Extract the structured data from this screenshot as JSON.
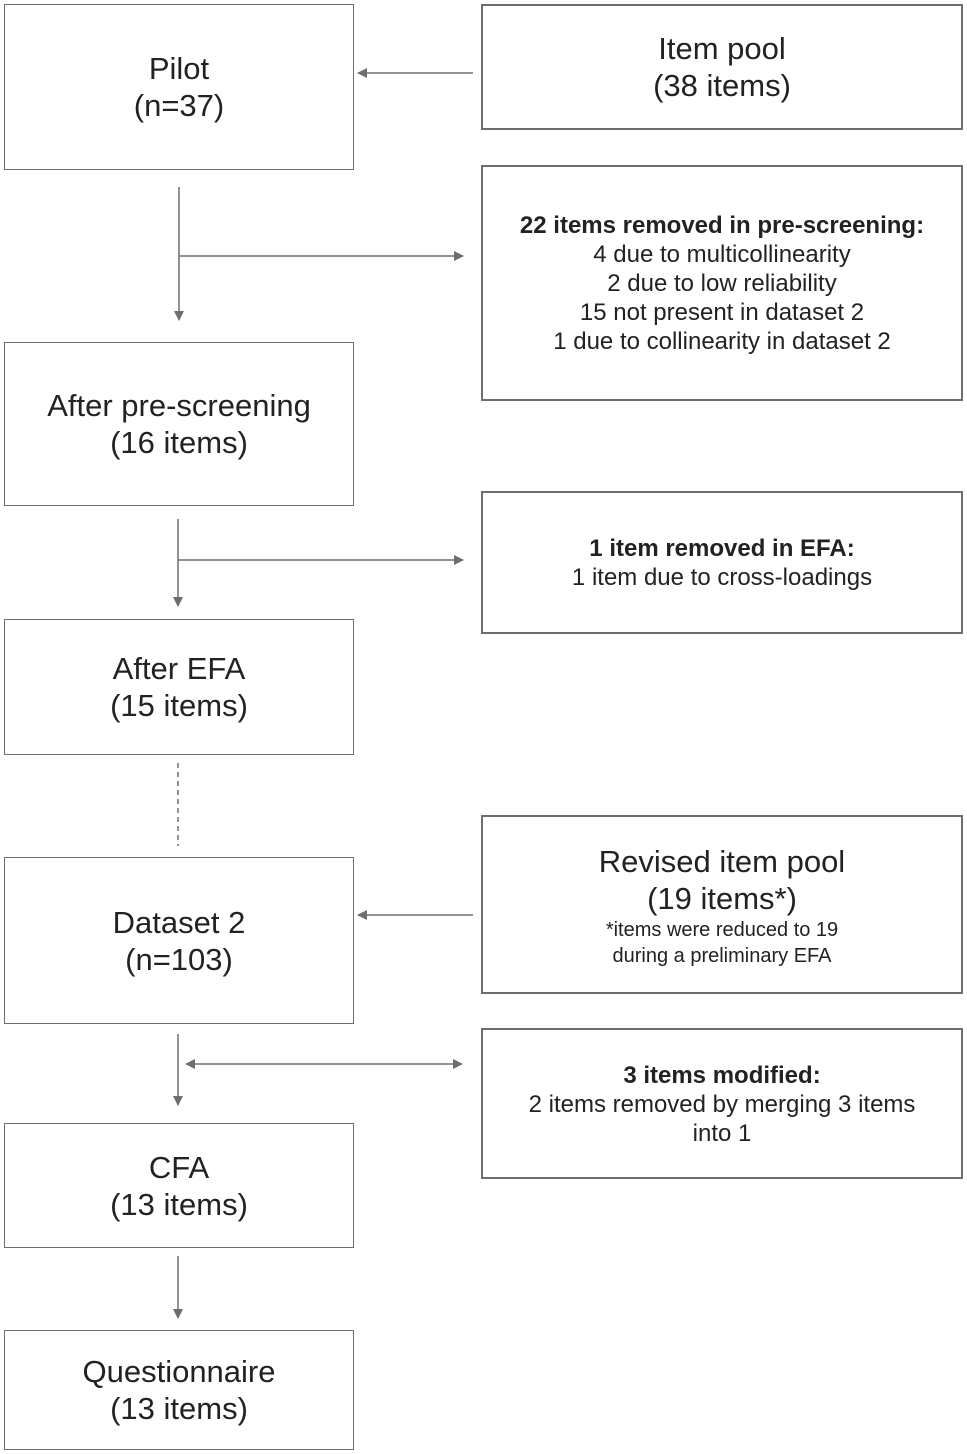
{
  "colors": {
    "border": "#6e6e6e",
    "arrow": "#6e6e6e",
    "text": "#222222"
  },
  "stages": {
    "pilot": {
      "title": "Pilot",
      "detail": "(n=37)"
    },
    "after_prescreening": {
      "title": "After pre-screening",
      "detail": "(16 items)"
    },
    "after_efa": {
      "title": "After EFA",
      "detail": "(15 items)"
    },
    "dataset2": {
      "title": "Dataset 2",
      "detail": "(n=103)"
    },
    "cfa": {
      "title": "CFA",
      "detail": "(13 items)"
    },
    "questionnaire": {
      "title": "Questionnaire",
      "detail": "(13 items)"
    }
  },
  "side": {
    "item_pool": {
      "title": "Item pool",
      "detail": "(38 items)"
    },
    "prescreening_removed": {
      "title": "22 items removed in pre-screening:",
      "lines": [
        "4 due to multicollinearity",
        "2 due to low reliability",
        "15 not present in dataset 2",
        "1 due to collinearity in dataset 2"
      ]
    },
    "efa_removed": {
      "title": "1 item removed in EFA:",
      "lines": [
        "1 item due to cross-loadings"
      ]
    },
    "revised_pool": {
      "title": "Revised item pool",
      "detail": "(19 items*)",
      "note_lines": [
        "*items were reduced to 19",
        "during a preliminary EFA"
      ]
    },
    "modified": {
      "title": "3 items modified:",
      "lines": [
        "2 items removed by merging 3 items",
        "into 1"
      ]
    }
  }
}
